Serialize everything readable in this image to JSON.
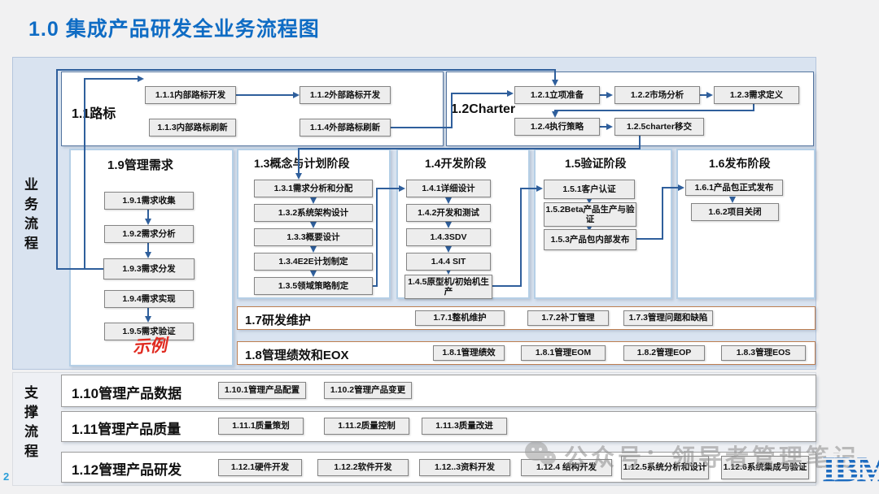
{
  "page": {
    "title": "1.0 集成产品研发全业务流程图",
    "page_number": "2"
  },
  "lanes": {
    "business": "业务流程",
    "support": "支撑流程"
  },
  "sections": {
    "s1_1": {
      "title": "1.1路标",
      "items": [
        "1.1.1内部路标开发",
        "1.1.2外部路标开发",
        "1.1.3内部路标刷新",
        "1.1.4外部路标刷新"
      ]
    },
    "s1_2": {
      "title": "1.2Charter",
      "items": [
        "1.2.1立项准备",
        "1.2.2市场分析",
        "1.2.3需求定义",
        "1.2.4执行策略",
        "1.2.5charter移交"
      ]
    },
    "s1_9": {
      "title": "1.9管理需求",
      "items": [
        "1.9.1需求收集",
        "1.9.2需求分析",
        "1.9.3需求分发",
        "1.9.4需求实现",
        "1.9.5需求验证"
      ],
      "note": "示例"
    },
    "s1_3": {
      "title": "1.3概念与计划阶段",
      "items": [
        "1.3.1需求分析和分配",
        "1.3.2系统架构设计",
        "1.3.3概要设计",
        "1.3.4E2E计划制定",
        "1.3.5领域策略制定"
      ]
    },
    "s1_4": {
      "title": "1.4开发阶段",
      "items": [
        "1.4.1详细设计",
        "1.4.2开发和测试",
        "1.4.3SDV",
        "1.4.4 SIT",
        "1.4.5原型机/初始机生产"
      ]
    },
    "s1_5": {
      "title": "1.5验证阶段",
      "items": [
        "1.5.1客户认证",
        "1.5.2Beta产品生产与验证",
        "1.5.3产品包内部发布"
      ]
    },
    "s1_6": {
      "title": "1.6发布阶段",
      "items": [
        "1.6.1产品包正式发布",
        "1.6.2项目关闭"
      ]
    },
    "s1_7": {
      "title": "1.7研发维护",
      "items": [
        "1.7.1整机维护",
        "1.7.2补丁管理",
        "1.7.3管理问题和缺陷"
      ]
    },
    "s1_8": {
      "title": "1.8管理绩效和EOX",
      "items": [
        "1.8.1管理绩效",
        "1.8.1管理EOM",
        "1.8.2管理EOP",
        "1.8.3管理EOS"
      ]
    },
    "s1_10": {
      "title": "1.10管理产品数据",
      "items": [
        "1.10.1管理产品配置",
        "1.10.2管理产品变更"
      ]
    },
    "s1_11": {
      "title": "1.11管理产品质量",
      "items": [
        "1.11.1质量策划",
        "1.11.2质量控制",
        "1.11.3质量改进"
      ]
    },
    "s1_12": {
      "title": "1.12管理产品研发",
      "items": [
        "1.12.1硬件开发",
        "1.12.2软件开发",
        "1.12..3资料开发",
        "1.12.4 结构开发",
        "1.12.5系统分析和设计",
        "1.12.6系统集成与验证"
      ]
    }
  },
  "watermark": {
    "text": "公众号：领导者管理笔记",
    "icon": "wechat-icon"
  },
  "logo": {
    "text": "IBM"
  },
  "colors": {
    "title_blue": "#0f6cc4",
    "connector_blue": "#2f5f9c",
    "business_bg": "#d9e3f0",
    "maintenance_border": "#bd7e50",
    "logo_blue": "#1d6cc0",
    "note_red": "#e02a20"
  }
}
